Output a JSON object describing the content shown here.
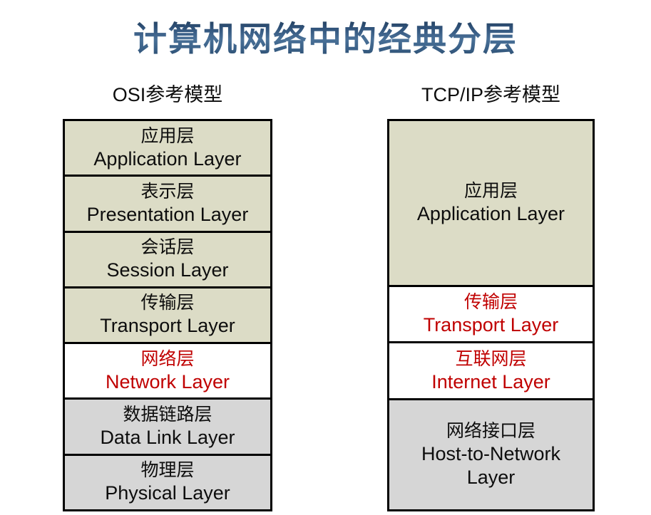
{
  "title": "计算机网络中的经典分层",
  "colors": {
    "title": "#2e5077",
    "khaki_fill": "#dcdcc6",
    "gray_fill": "#d6d6d6",
    "white_fill": "#ffffff",
    "highlight_text": "#c00000",
    "normal_text": "#0d0d0d",
    "border": "#000000"
  },
  "columns": [
    {
      "header": "OSI参考模型",
      "layers": [
        {
          "cn": "应用层",
          "en": "Application Layer",
          "fill": "#dcdcc6",
          "text": "#0d0d0d",
          "highlight": false
        },
        {
          "cn": "表示层",
          "en": "Presentation Layer",
          "fill": "#dcdcc6",
          "text": "#0d0d0d",
          "highlight": false
        },
        {
          "cn": "会话层",
          "en": "Session Layer",
          "fill": "#dcdcc6",
          "text": "#0d0d0d",
          "highlight": false
        },
        {
          "cn": "传输层",
          "en": "Transport Layer",
          "fill": "#dcdcc6",
          "text": "#0d0d0d",
          "highlight": false
        },
        {
          "cn": "网络层",
          "en": "Network Layer",
          "fill": "#ffffff",
          "text": "#c00000",
          "highlight": true
        },
        {
          "cn": "数据链路层",
          "en": "Data Link Layer",
          "fill": "#d6d6d6",
          "text": "#0d0d0d",
          "highlight": false
        },
        {
          "cn": "物理层",
          "en": "Physical Layer",
          "fill": "#d6d6d6",
          "text": "#0d0d0d",
          "highlight": false
        }
      ]
    },
    {
      "header": "TCP/IP参考模型",
      "layers": [
        {
          "cn": "应用层",
          "en": "Application Layer",
          "fill": "#dcdcc6",
          "text": "#0d0d0d",
          "highlight": false,
          "span": 3
        },
        {
          "cn": "传输层",
          "en": "Transport Layer",
          "fill": "#ffffff",
          "text": "#c00000",
          "highlight": true,
          "span": 1
        },
        {
          "cn": "互联网层",
          "en": "Internet Layer",
          "fill": "#ffffff",
          "text": "#c00000",
          "highlight": true,
          "span": 1
        },
        {
          "cn": "网络接口层",
          "en": "Host-to-Network Layer",
          "fill": "#d6d6d6",
          "text": "#0d0d0d",
          "highlight": false,
          "span": 2
        }
      ]
    }
  ]
}
